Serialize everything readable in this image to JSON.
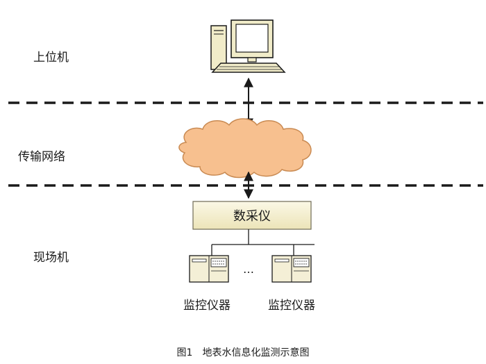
{
  "layers": {
    "top": "上位机",
    "middle": "传输网络",
    "bottom": "现场机"
  },
  "nodes": {
    "collector": "数采仪",
    "instrument_left": "监控仪器",
    "instrument_right": "监控仪器",
    "ellipsis": "…"
  },
  "caption": "图1　地表水信息化监测示意图",
  "colors": {
    "cloud_fill": "#f7c08f",
    "cloud_stroke": "#c98a52",
    "box_fill": "#f5f0d0",
    "device_fill": "#f4efd6",
    "line": "#1a1a1a"
  }
}
